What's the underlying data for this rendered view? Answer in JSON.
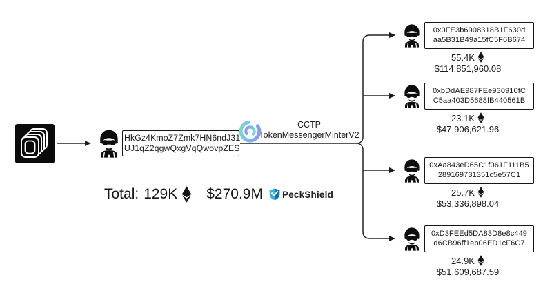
{
  "diagram_title": "Stolen funds flow: source to CCTP bridge to four Ethereum recipient addresses",
  "source": {
    "logo_name": "layered-squares-logo"
  },
  "attacker": {
    "address_line1": "HkGz4KmoZ7Zmk7HN6ndJ31",
    "address_line2": "UJ1qZ2qgwQxgVqQwovpZES"
  },
  "bridge": {
    "label_line1": "CCTP",
    "label_line2": "TokenMessengerMinterV2",
    "logo_name": "circle-cctp-logo"
  },
  "total": {
    "label": "Total:",
    "amount": "129K",
    "currency_icon": "ethereum-icon",
    "usd": "$270.9M"
  },
  "watermark": {
    "brand": "PeckShield",
    "logo_name": "peckshield-shield-logo"
  },
  "recipients": [
    {
      "address_line1": "0x0FE3b6908318B1F630d",
      "address_line2": "aa5B31B49a15fC5F6B674",
      "amount": "55.4K",
      "usd": "$114,851,960.08"
    },
    {
      "address_line1": "0xbDdAE987FEe930910fC",
      "address_line2": "C5aa403D5688fB440561B",
      "amount": "23.1K",
      "usd": "$47,906,621.96"
    },
    {
      "address_line1": "0xAa843eD65C1f061F111B5",
      "address_line2": "289169731351c5e57C1",
      "amount": "25.7K",
      "usd": "$53,336,898.04"
    },
    {
      "address_line1": "0xD3FEEd5DA83D8e8c449",
      "address_line2": "d6CB96ff1eb06ED1cF6C7",
      "amount": "24.9K",
      "usd": "$51,609,687.59"
    }
  ],
  "icons": {
    "node_icon": "hacker-icon",
    "currency_icon": "ethereum-icon"
  },
  "colors": {
    "ink": "#161616",
    "background": "#ffffff",
    "circle_gradient_start": "#7fe4c4",
    "circle_gradient_mid": "#6fb4f4",
    "circle_gradient_end": "#9b8cf3",
    "peckshield_light_blue": "#35b1e4",
    "peckshield_dark_blue": "#0d72b9"
  }
}
